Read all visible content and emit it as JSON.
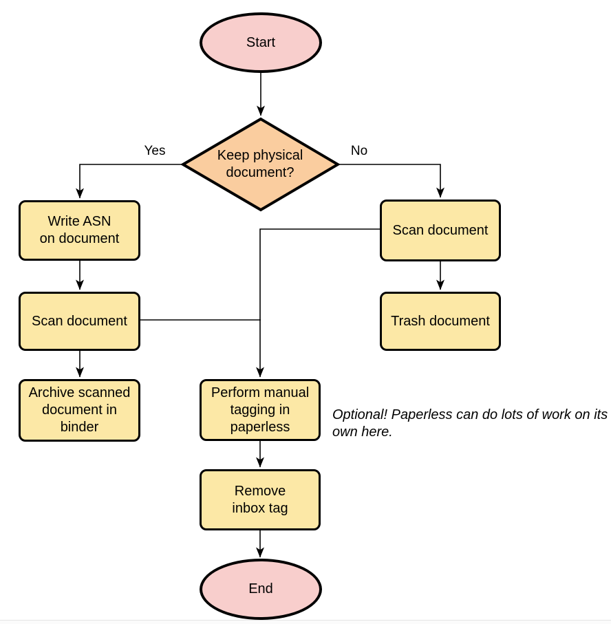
{
  "flowchart": {
    "nodes": {
      "start": {
        "label": "Start",
        "type": "terminator"
      },
      "decision": {
        "label": "Keep physical\ndocument?",
        "type": "decision"
      },
      "write_asn": {
        "label": "Write ASN\non document",
        "type": "process"
      },
      "scan_document_left": {
        "label": "Scan document",
        "type": "process"
      },
      "archive_binder": {
        "label": "Archive scanned\ndocument in\nbinder",
        "type": "process"
      },
      "scan_document_right": {
        "label": "Scan document",
        "type": "process"
      },
      "trash_document": {
        "label": "Trash document",
        "type": "process"
      },
      "manual_tagging": {
        "label": "Perform manual\ntagging in\npaperless",
        "type": "process"
      },
      "remove_inbox_tag": {
        "label": "Remove\ninbox tag",
        "type": "process"
      },
      "end": {
        "label": "End",
        "type": "terminator"
      }
    },
    "edge_labels": {
      "yes": "Yes",
      "no": "No"
    },
    "annotation": "Optional! Paperless can do lots of work on its own here.",
    "colors": {
      "terminator_fill": "#F8CECC",
      "decision_fill": "#FACD9F",
      "process_fill": "#FCE8A6",
      "stroke": "#000000",
      "connector": "#000000"
    }
  }
}
